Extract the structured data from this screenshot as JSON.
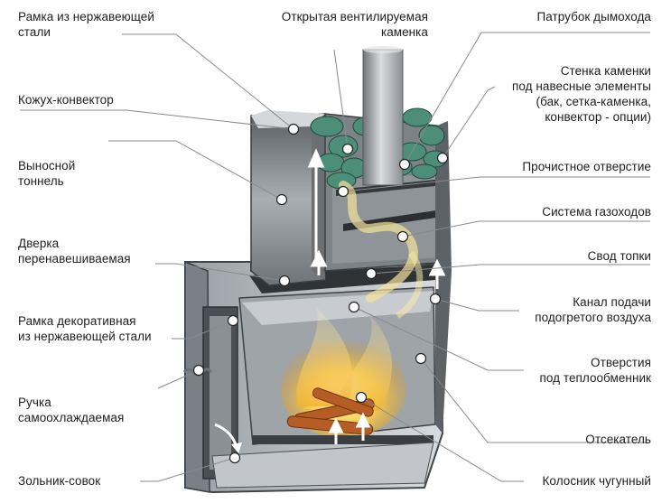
{
  "labels": {
    "frame_stainless": [
      "Рамка из нержавеющей",
      "стали"
    ],
    "open_heater": [
      "Открытая вентилируемая",
      "каменка"
    ],
    "flue_pipe": [
      "Патрубок дымохода"
    ],
    "casing_convector": [
      "Кожух-конвектор"
    ],
    "heater_wall": [
      "Стенка каменки",
      "под навесные элементы",
      "(бак, сетка-каменка,",
      "конвектор - опции)"
    ],
    "remote_tunnel": [
      "Выносной",
      "тоннель"
    ],
    "cleaning_hole": [
      "Прочистное отверстие"
    ],
    "gas_duct_system": [
      "Система газоходов"
    ],
    "door_reversible": [
      "Дверка",
      "перенавешиваемая"
    ],
    "firebox_vault": [
      "Свод топки"
    ],
    "air_channel": [
      "Канал подачи",
      "подогретого воздуха"
    ],
    "frame_decorative": [
      "Рамка декоративная",
      "из нержавеющей стали"
    ],
    "heat_exchanger_holes": [
      "Отверстия",
      "под теплообменник"
    ],
    "handle": [
      "Ручка",
      "самоохлаждаемая"
    ],
    "cutoff": [
      "Отсекатель"
    ],
    "ash_pan": [
      "Зольник-совок"
    ],
    "grate": [
      "Колосник чугунный"
    ]
  },
  "colors": {
    "leader_line": "#8a8a8a",
    "marker": "#ffffff",
    "metal_dark": "#3d4145",
    "metal_light": "#c9cdd1",
    "flame": "#f3c74a",
    "stones": "#4d8e78"
  }
}
